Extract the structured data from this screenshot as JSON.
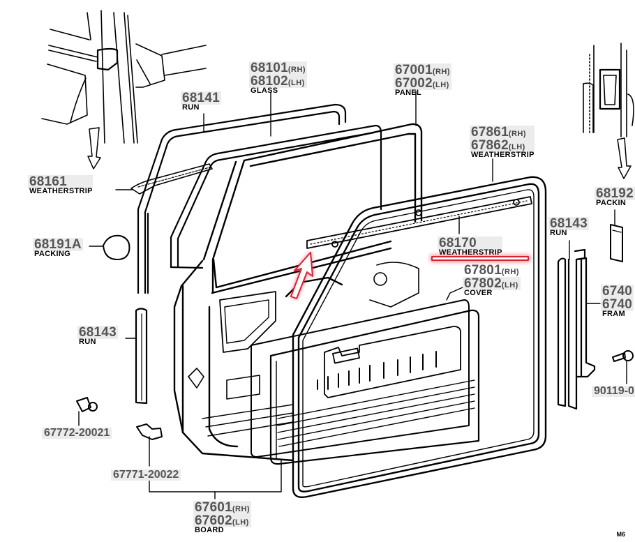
{
  "diagram": {
    "title": "Front door panel & glass parts diagram",
    "page_code": "M6",
    "highlight_color": "#d92030",
    "highlighted_part": "68170",
    "parts": [
      {
        "id": "glass",
        "numbers": [
          {
            "pn": "68101",
            "side": "(RH)"
          },
          {
            "pn": "68102",
            "side": "(LH)"
          }
        ],
        "name": "GLASS"
      },
      {
        "id": "run-upper",
        "numbers": [
          {
            "pn": "68141",
            "side": ""
          }
        ],
        "name": "RUN"
      },
      {
        "id": "panel",
        "numbers": [
          {
            "pn": "67001",
            "side": "(RH)"
          },
          {
            "pn": "67002",
            "side": "(LH)"
          }
        ],
        "name": "PANEL"
      },
      {
        "id": "weatherstrip-door",
        "numbers": [
          {
            "pn": "67861",
            "side": "(RH)"
          },
          {
            "pn": "67862",
            "side": "(LH)"
          }
        ],
        "name": "WEATHERSTRIP"
      },
      {
        "id": "weatherstrip-upper",
        "numbers": [
          {
            "pn": "68161",
            "side": ""
          }
        ],
        "name": "WEATHERSTRIP"
      },
      {
        "id": "packing-left",
        "numbers": [
          {
            "pn": "68191A",
            "side": ""
          }
        ],
        "name": "PACKING"
      },
      {
        "id": "packing-right",
        "numbers": [
          {
            "pn": "68192",
            "side": ""
          }
        ],
        "name": "PACKIN"
      },
      {
        "id": "weatherstrip-belt",
        "numbers": [
          {
            "pn": "68170",
            "side": ""
          }
        ],
        "name": "WEATHERSTRIP"
      },
      {
        "id": "run-right",
        "numbers": [
          {
            "pn": "68143",
            "side": ""
          }
        ],
        "name": "RUN"
      },
      {
        "id": "cover",
        "numbers": [
          {
            "pn": "67801",
            "side": "(RH)"
          },
          {
            "pn": "67802",
            "side": "(LH)"
          }
        ],
        "name": "COVER"
      },
      {
        "id": "frame",
        "numbers": [
          {
            "pn": "6740",
            "side": ""
          },
          {
            "pn": "6740",
            "side": ""
          }
        ],
        "name": "FRAM"
      },
      {
        "id": "run-left",
        "numbers": [
          {
            "pn": "68143",
            "side": ""
          }
        ],
        "name": "RUN"
      },
      {
        "id": "board",
        "numbers": [
          {
            "pn": "67601",
            "side": "(RH)"
          },
          {
            "pn": "67602",
            "side": "(LH)"
          }
        ],
        "name": "BOARD"
      }
    ],
    "codes": [
      {
        "id": "screw",
        "text": "67772-20021"
      },
      {
        "id": "clip",
        "text": "67771-20022"
      },
      {
        "id": "bolt",
        "text": "90119-0"
      }
    ]
  }
}
